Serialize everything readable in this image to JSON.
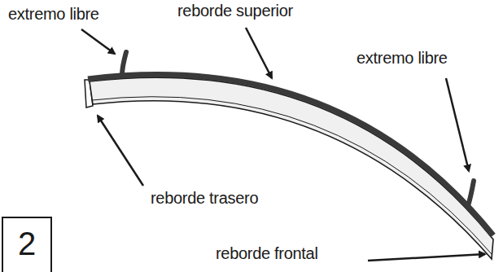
{
  "diagram": {
    "nodes": [
      {
        "text": [
          "2"
        ]
      }
    ],
    "labels": [
      "extremo libre",
      "reborde superior",
      "extremo libre",
      "reborde trasero",
      "reborde frontal"
    ]
  }
}
